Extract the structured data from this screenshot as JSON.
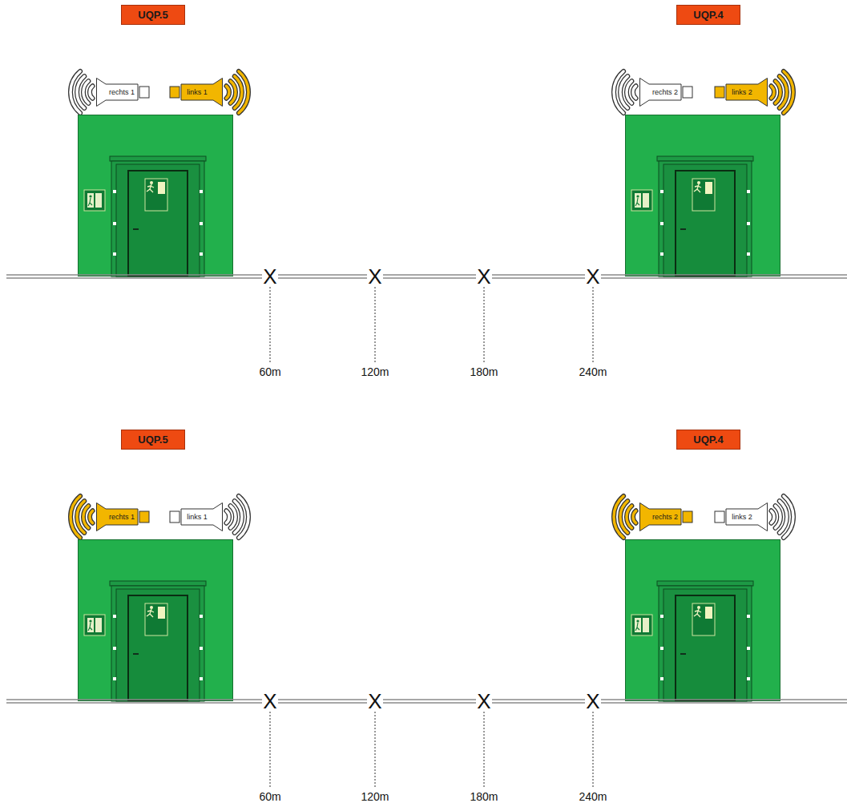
{
  "diagram": {
    "nodes": [
      {
        "text": [
          "UQP.5"
        ]
      },
      {
        "text": [
          "rechts 1"
        ]
      },
      {
        "text": [
          "links 1"
        ]
      },
      {
        "text": [
          "UQP.4"
        ]
      },
      {
        "text": [
          "rechts 2"
        ]
      },
      {
        "text": [
          "links 2"
        ]
      },
      {
        "text": [
          "UQP.5"
        ]
      },
      {
        "text": [
          "rechts 1"
        ]
      },
      {
        "text": [
          "links 1"
        ]
      },
      {
        "text": [
          "UQP.4"
        ]
      },
      {
        "text": [
          "rechts 2"
        ]
      },
      {
        "text": [
          "links 2"
        ]
      }
    ],
    "labels": [
      "X",
      "X",
      "X",
      "X",
      "60m",
      "120m",
      "180m",
      "240m",
      "X",
      "X",
      "X",
      "X",
      "60m",
      "120m",
      "180m",
      "240m"
    ]
  }
}
